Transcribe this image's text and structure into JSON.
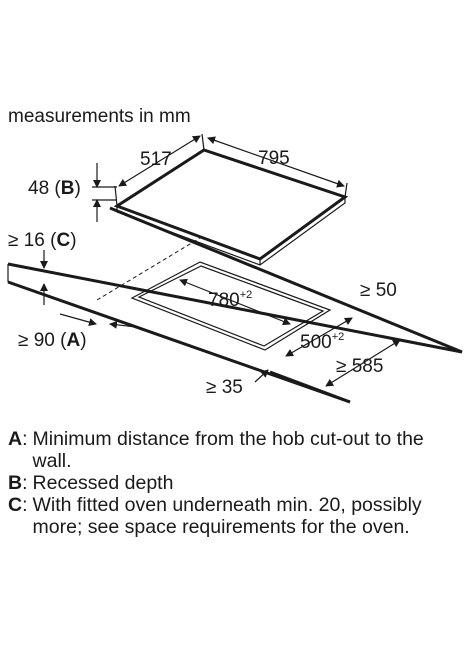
{
  "title": "measurements in mm",
  "dimensions": {
    "hob_depth": "517",
    "hob_width": "795",
    "recess_value": "48 (",
    "recess_key": "B",
    "recess_close": ")",
    "oven_value": "≥ 16 (",
    "oven_key": "C",
    "oven_close": ")",
    "wall_value": "≥ 90 (",
    "wall_key": "A",
    "wall_close": ")",
    "cutout_width": "780",
    "cutout_width_tol": "+2",
    "cutout_depth": "500",
    "cutout_depth_tol": "+2",
    "rear_clearance": "≥ 50",
    "worktop_depth": "≥ 585",
    "front_clearance": "≥ 35"
  },
  "legend": [
    {
      "key": "A",
      "text": "Minimum distance from the hob cut-out to the wall."
    },
    {
      "key": "B",
      "text": "Recessed depth"
    },
    {
      "key": "C",
      "text": "With fitted oven underneath min. 20, possibly more; see space requirements for the oven."
    }
  ]
}
